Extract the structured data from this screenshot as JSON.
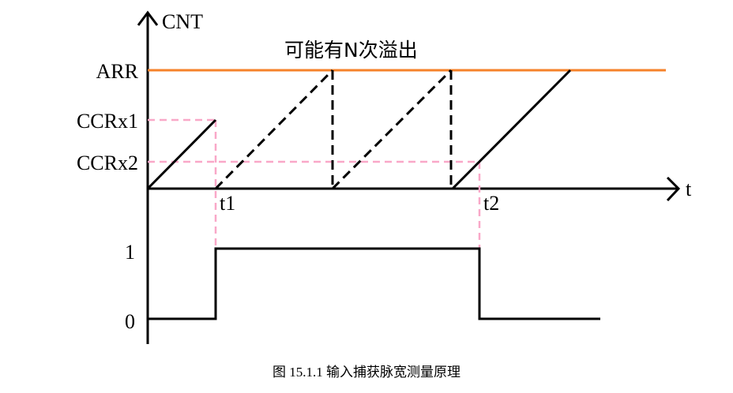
{
  "labels": {
    "y_axis": "CNT",
    "x_axis": "t",
    "overflow_note": "可能有N次溢出",
    "arr": "ARR",
    "ccrx1": "CCRx1",
    "ccrx2": "CCRx2",
    "t1": "t1",
    "t2": "t2",
    "level_high": "1",
    "level_low": "0"
  },
  "caption": "图 15.1.1  输入捕获脉宽测量原理",
  "colors": {
    "arr_line": "#f5822a",
    "guide": "#f9a8c8",
    "line": "#000000"
  }
}
